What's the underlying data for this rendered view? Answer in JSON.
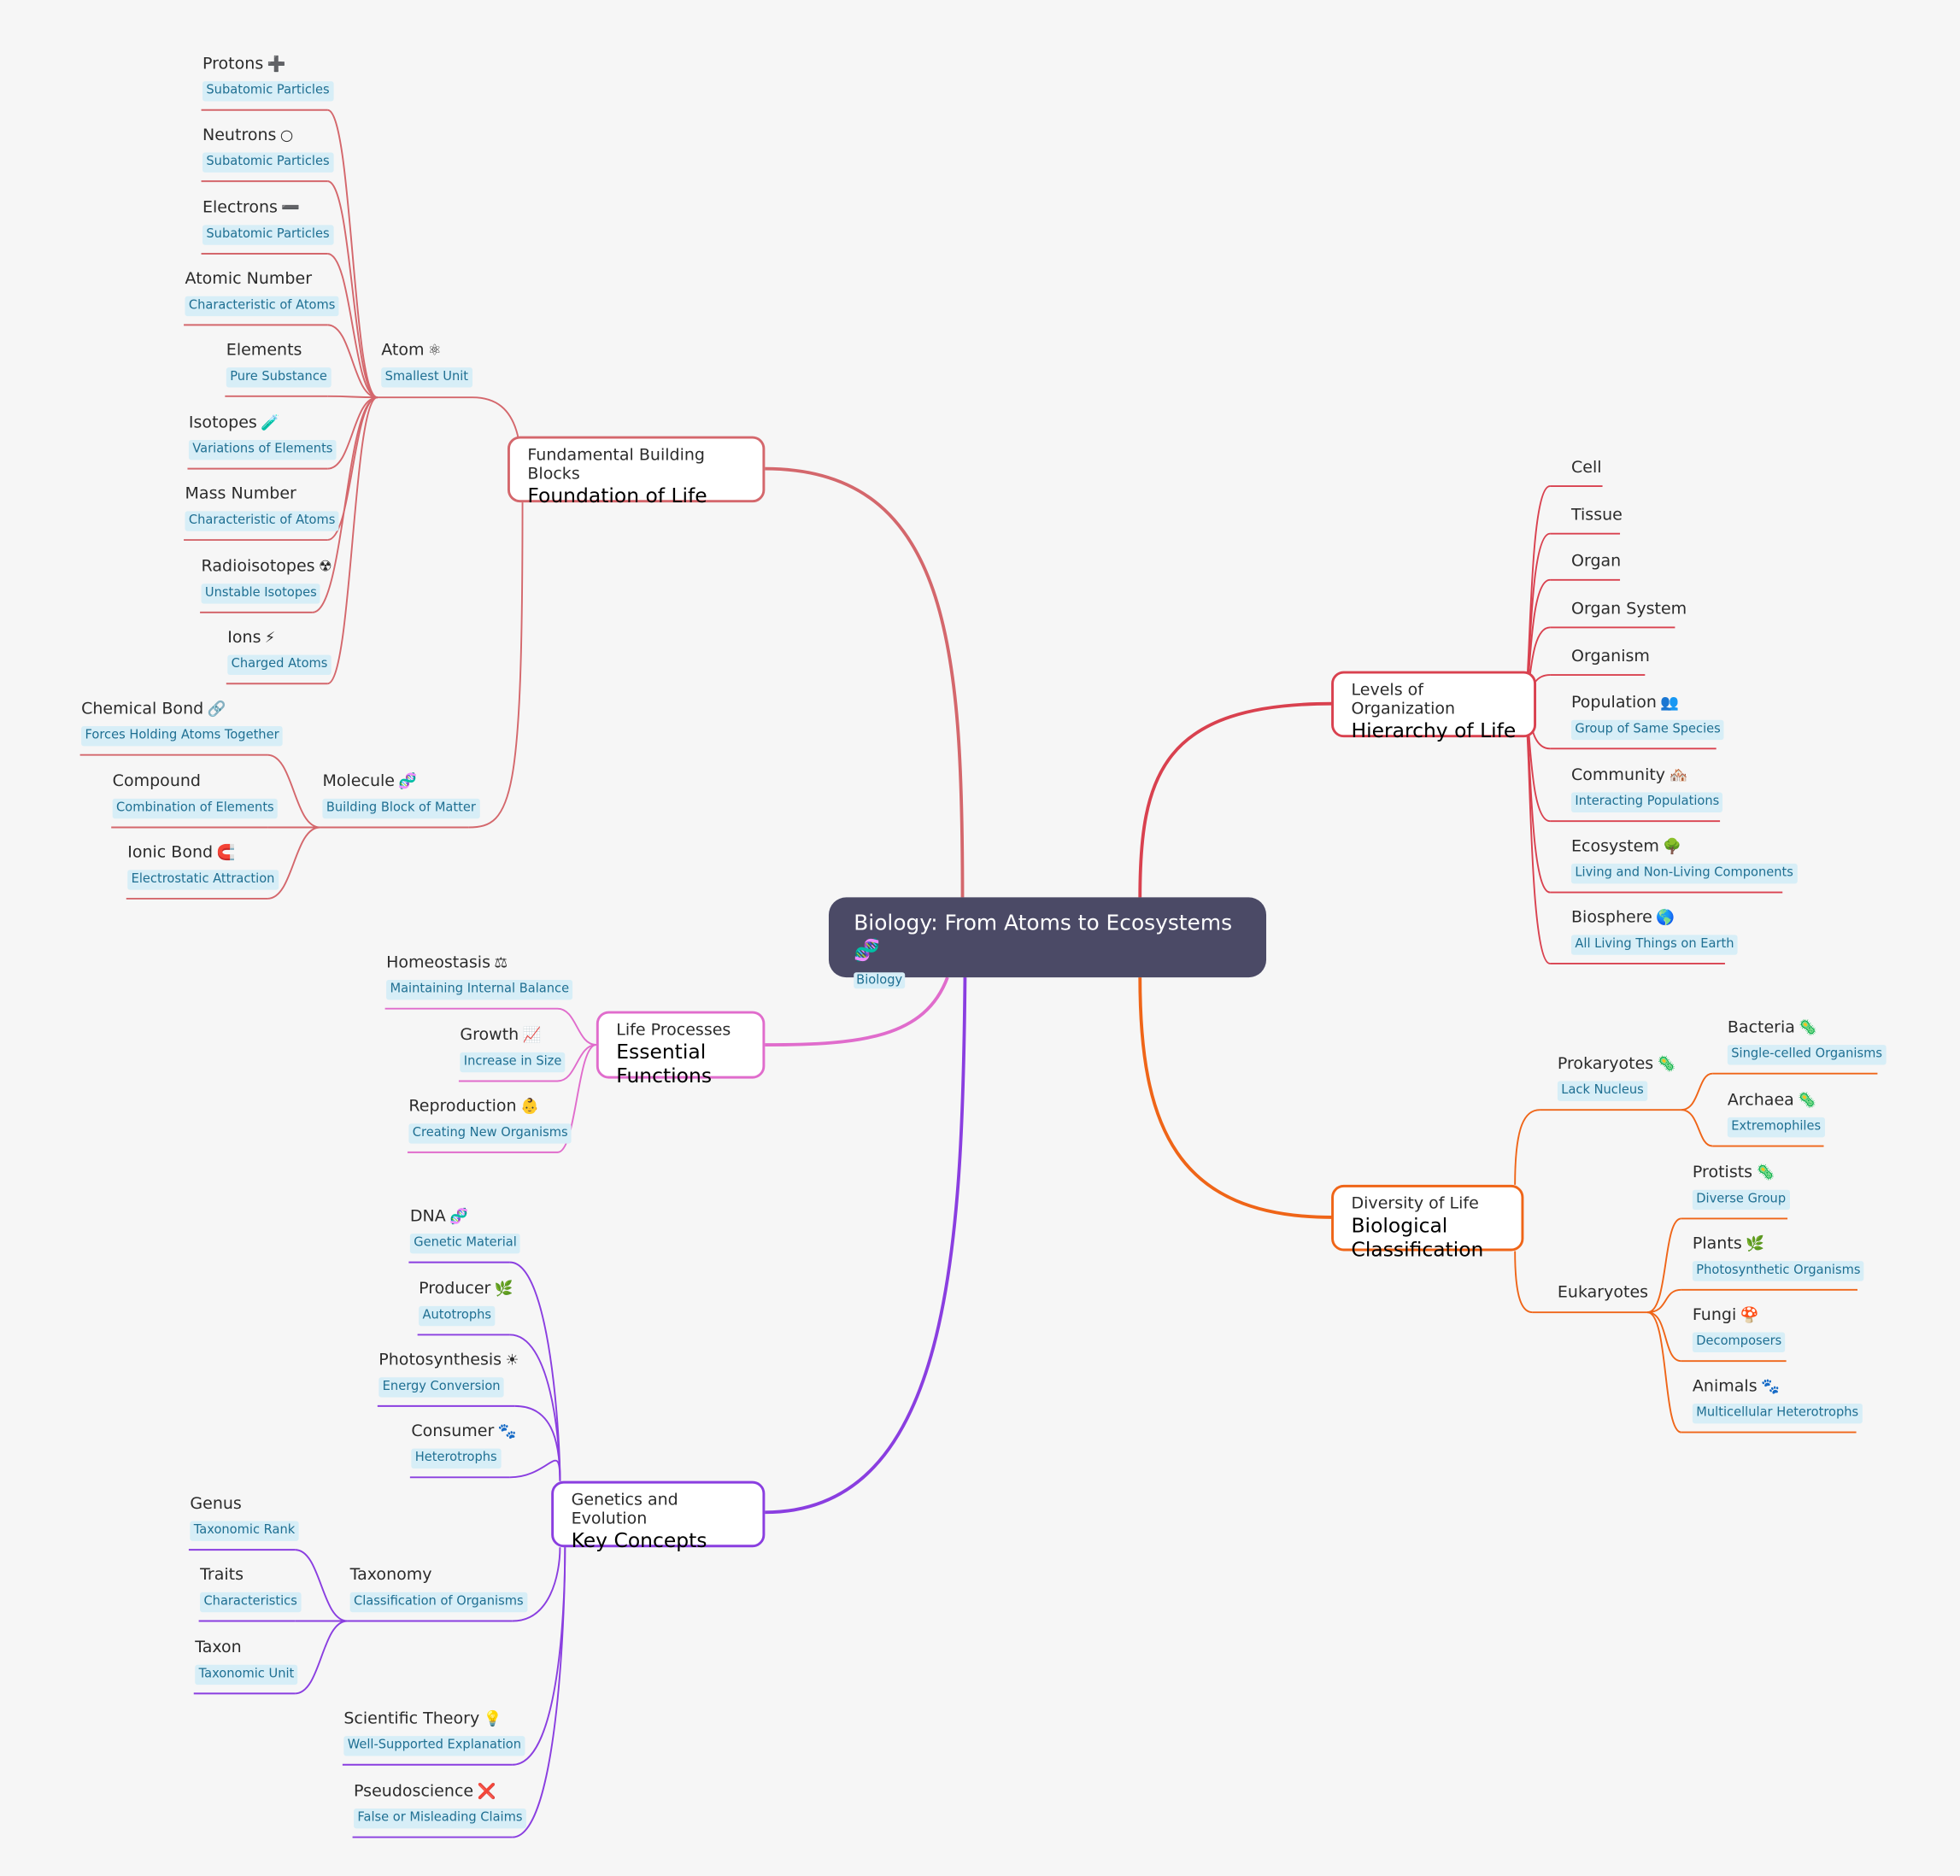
{
  "colors": {
    "background": "#f6f6f6",
    "root": "#4b4a66",
    "tag_bg": "#d7eef7",
    "tag_text": "#1f6f92",
    "building_blocks": "#d4676c",
    "levels": "#d9414f",
    "diversity": "#ef6518",
    "life_processes": "#e06ccc",
    "genetics": "#8a3ee0"
  },
  "root": {
    "title": "Biology: From Atoms to Ecosystems",
    "tag": "Biology",
    "icon": "dna-icon"
  },
  "building_blocks": {
    "label": "Fundamental Building Blocks",
    "tag": "Foundation of Life",
    "atom": {
      "label": "Atom",
      "tag": "Smallest Unit",
      "icon": "atom-icon",
      "children": [
        {
          "label": "Protons",
          "tag": "Subatomic Particles",
          "icon": "plus-icon"
        },
        {
          "label": "Neutrons",
          "tag": "Subatomic Particles",
          "icon": "circle-icon"
        },
        {
          "label": "Electrons",
          "tag": "Subatomic Particles",
          "icon": "minus-icon"
        },
        {
          "label": "Atomic Number",
          "tag": "Characteristic of Atoms",
          "icon": ""
        },
        {
          "label": "Elements",
          "tag": "Pure Substance",
          "icon": ""
        },
        {
          "label": "Isotopes",
          "tag": "Variations of Elements",
          "icon": "test-tube-icon"
        },
        {
          "label": "Mass Number",
          "tag": "Characteristic of Atoms",
          "icon": ""
        },
        {
          "label": "Radioisotopes",
          "tag": "Unstable Isotopes",
          "icon": "radioactive-icon"
        },
        {
          "label": "Ions",
          "tag": "Charged Atoms",
          "icon": "lightning-icon"
        }
      ]
    },
    "molecule": {
      "label": "Molecule",
      "tag": "Building Block of Matter",
      "icon": "dna-icon",
      "children": [
        {
          "label": "Chemical Bond",
          "tag": "Forces Holding Atoms Together",
          "icon": "link-icon"
        },
        {
          "label": "Compound",
          "tag": "Combination of Elements",
          "icon": ""
        },
        {
          "label": "Ionic Bond",
          "tag": "Electrostatic Attraction",
          "icon": "magnet-icon"
        }
      ]
    }
  },
  "levels": {
    "label": "Levels of Organization",
    "tag": "Hierarchy of Life",
    "children": [
      {
        "label": "Cell",
        "tag": "",
        "icon": ""
      },
      {
        "label": "Tissue",
        "tag": "",
        "icon": ""
      },
      {
        "label": "Organ",
        "tag": "",
        "icon": ""
      },
      {
        "label": "Organ System",
        "tag": "",
        "icon": ""
      },
      {
        "label": "Organism",
        "tag": "",
        "icon": ""
      },
      {
        "label": "Population",
        "tag": "Group of Same Species",
        "icon": "people-icon"
      },
      {
        "label": "Community",
        "tag": "Interacting Populations",
        "icon": "houses-icon"
      },
      {
        "label": "Ecosystem",
        "tag": "Living and Non-Living Components",
        "icon": "tree-icon"
      },
      {
        "label": "Biosphere",
        "tag": "All Living Things on Earth",
        "icon": "globe-icon"
      }
    ]
  },
  "diversity": {
    "label": "Diversity of Life",
    "tag": "Biological Classification",
    "prokaryotes": {
      "label": "Prokaryotes",
      "tag": "Lack Nucleus",
      "icon": "microbe-icon",
      "children": [
        {
          "label": "Bacteria",
          "tag": "Single-celled Organisms",
          "icon": "microbe-icon"
        },
        {
          "label": "Archaea",
          "tag": "Extremophiles",
          "icon": "microbe-icon"
        }
      ]
    },
    "eukaryotes": {
      "label": "Eukaryotes",
      "tag": "",
      "icon": "",
      "children": [
        {
          "label": "Protists",
          "tag": "Diverse Group",
          "icon": "microbe-icon"
        },
        {
          "label": "Plants",
          "tag": "Photosynthetic Organisms",
          "icon": "herb-icon"
        },
        {
          "label": "Fungi",
          "tag": "Decomposers",
          "icon": "mushroom-icon"
        },
        {
          "label": "Animals",
          "tag": "Multicellular Heterotrophs",
          "icon": "paw-icon"
        }
      ]
    }
  },
  "life_processes": {
    "label": "Life Processes",
    "tag": "Essential Functions",
    "children": [
      {
        "label": "Homeostasis",
        "tag": "Maintaining Internal Balance",
        "icon": "balance-icon"
      },
      {
        "label": "Growth",
        "tag": "Increase in Size",
        "icon": "chart-up-icon"
      },
      {
        "label": "Reproduction",
        "tag": "Creating New Organisms",
        "icon": "baby-icon"
      }
    ]
  },
  "genetics": {
    "label": "Genetics and Evolution",
    "tag": "Key Concepts",
    "children": [
      {
        "label": "DNA",
        "tag": "Genetic Material",
        "icon": "dna-icon"
      },
      {
        "label": "Producer",
        "tag": "Autotrophs",
        "icon": "herb-icon"
      },
      {
        "label": "Photosynthesis",
        "tag": "Energy Conversion",
        "icon": "sun-icon"
      },
      {
        "label": "Consumer",
        "tag": "Heterotrophs",
        "icon": "paw-icon"
      }
    ],
    "taxonomy": {
      "label": "Taxonomy",
      "tag": "Classification of Organisms",
      "icon": "",
      "children": [
        {
          "label": "Genus",
          "tag": "Taxonomic Rank",
          "icon": ""
        },
        {
          "label": "Traits",
          "tag": "Characteristics",
          "icon": ""
        },
        {
          "label": "Taxon",
          "tag": "Taxonomic Unit",
          "icon": ""
        }
      ]
    },
    "after": [
      {
        "label": "Scientific Theory",
        "tag": "Well-Supported Explanation",
        "icon": "bulb-icon"
      },
      {
        "label": "Pseudoscience",
        "tag": "False or Misleading Claims",
        "icon": "cross-icon"
      }
    ]
  }
}
